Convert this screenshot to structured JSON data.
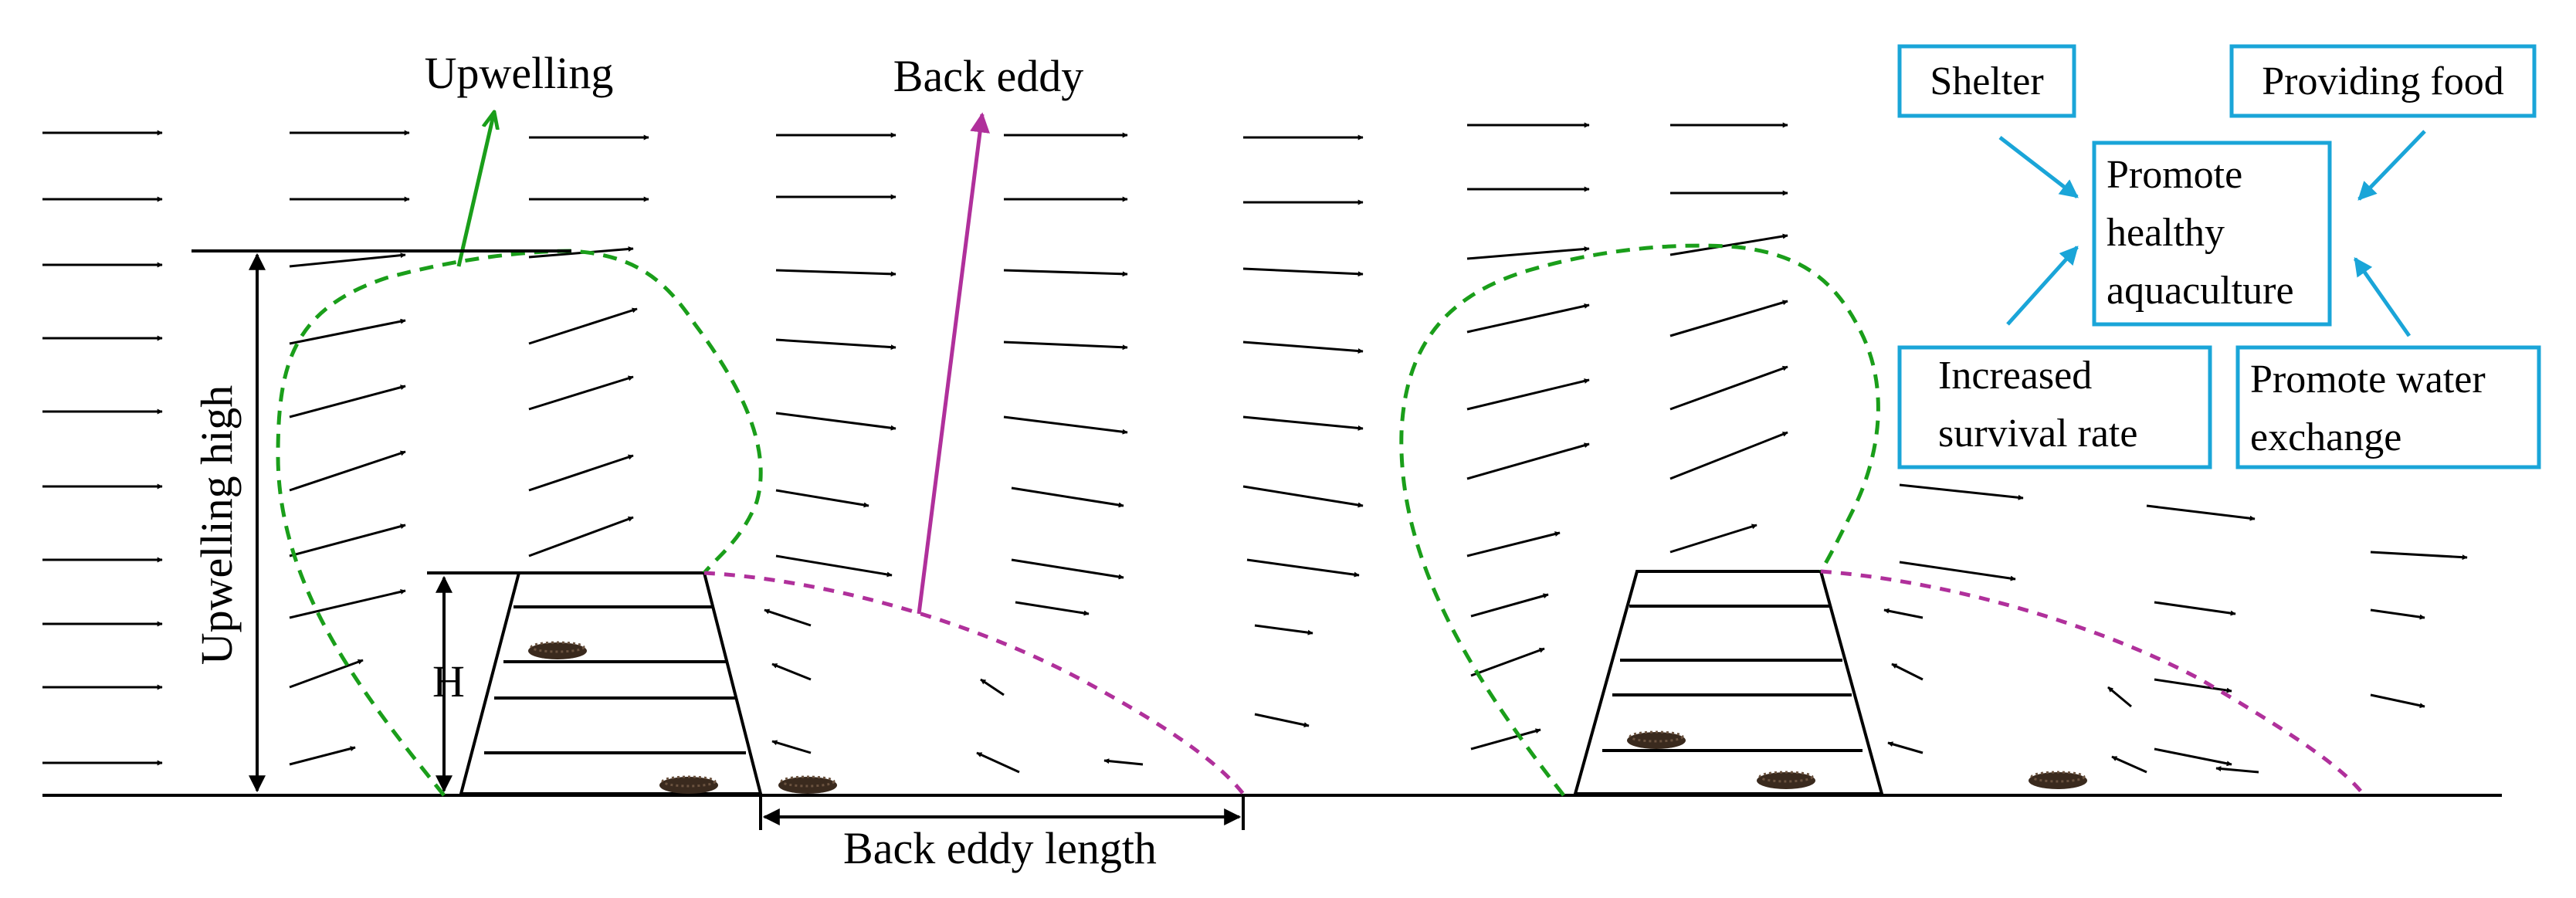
{
  "labels": {
    "upwelling": "Upwelling",
    "back_eddy": "Back eddy",
    "upwelling_high": "Upwelling high",
    "h": "H",
    "back_eddy_length": "Back eddy length"
  },
  "boxes": {
    "shelter": "Shelter",
    "providing_food": "Providing food",
    "center_line1": "Promote",
    "center_line2": "healthy",
    "center_line3": "aquaculture",
    "increased_line1": "Increased",
    "increased_line2": "survival rate",
    "water_line1": "Promote water",
    "water_line2": "exchange"
  },
  "colors": {
    "flow_arrow": "#000000",
    "upwelling": "#1a9e1a",
    "back_eddy": "#b0309b",
    "box": "#1aa5d8",
    "reef": "#000000",
    "sea_cucumber": "#3a2a1e"
  }
}
